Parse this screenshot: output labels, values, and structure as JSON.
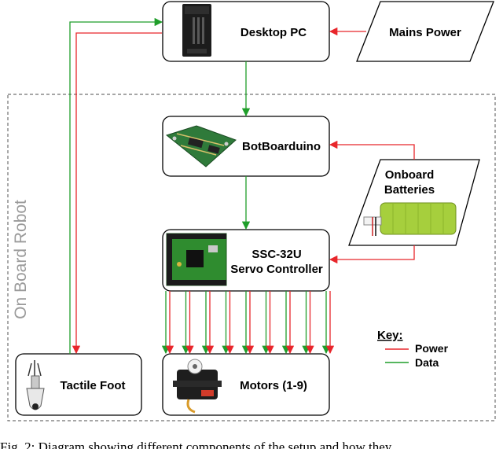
{
  "diagram": {
    "side_label": "On Board Robot",
    "nodes": {
      "desktop_pc": "Desktop PC",
      "mains_power": "Mains Power",
      "botboarduino": "BotBoarduino",
      "onboard_batteries": [
        "Onboard",
        "Batteries"
      ],
      "ssc32u": [
        "SSC-32U",
        "Servo Controller"
      ],
      "tactile_foot": "Tactile Foot",
      "motors": "Motors (1-9)"
    },
    "key": {
      "title": "Key:",
      "items": [
        {
          "label": "Power",
          "color": "#e8262b"
        },
        {
          "label": "Data",
          "color": "#1f9e2a"
        }
      ]
    },
    "colors": {
      "power": "#e8262b",
      "data": "#1f9e2a",
      "border": "#000000",
      "dashed_border": "#707070"
    },
    "motor_count": 9,
    "icons": [
      "desktop-tower-icon",
      "circuit-board-icon",
      "battery-pack-icon",
      "servo-controller-icon",
      "tactile-foot-icon",
      "servo-motor-icon"
    ]
  },
  "caption": "Fig. 2: Diagram showing different components of the setup and how they"
}
